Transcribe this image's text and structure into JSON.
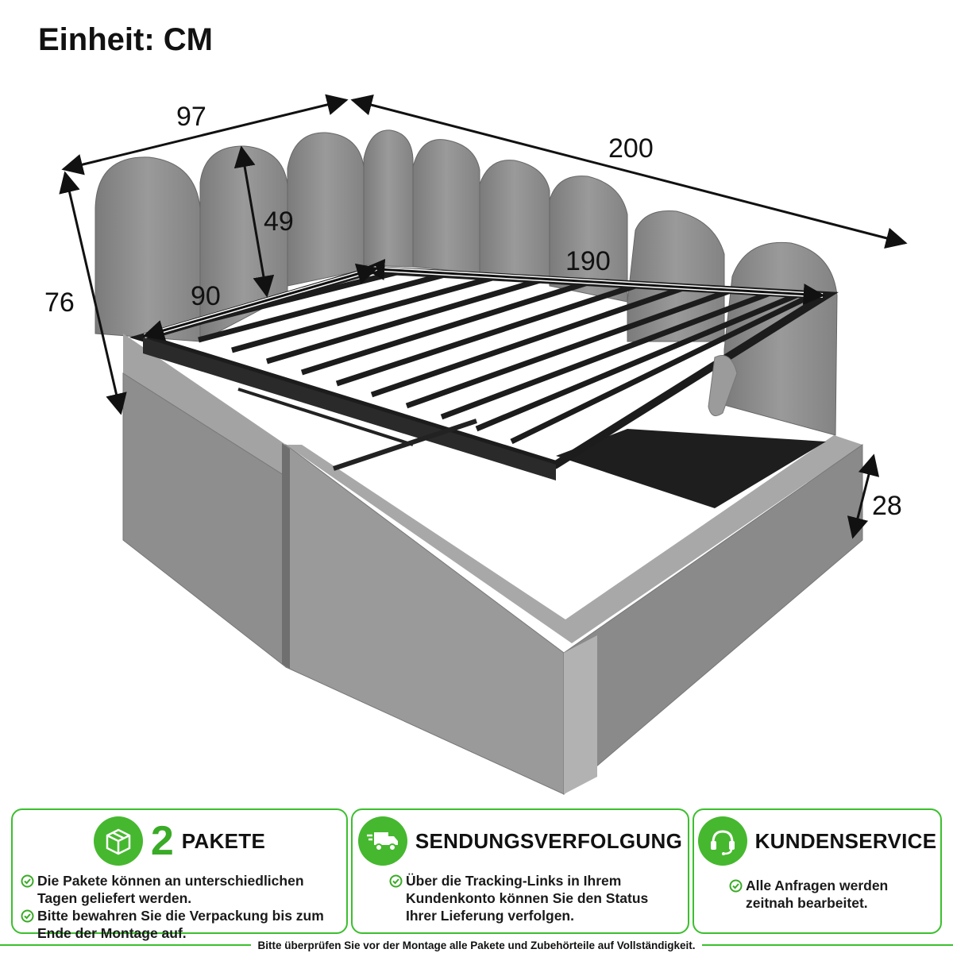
{
  "header": {
    "unit_label": "Einheit: CM"
  },
  "dimensions": {
    "depth": "97",
    "length": "200",
    "height": "76",
    "headboard_panel": "49",
    "slat_length": "190",
    "slat_width": "90",
    "frame_height": "28"
  },
  "colors": {
    "accent_green": "#3cbf2e",
    "upholstery": "#8a8a8a",
    "frame_metal": "#1c1c1c"
  },
  "panels": [
    {
      "icon": "package-box-icon",
      "number": "2",
      "title": "PAKETE",
      "lines": [
        "Die Pakete können an unterschiedlichen Tagen geliefert werden.",
        "Bitte bewahren Sie die Verpackung bis zum Ende der Montage auf."
      ]
    },
    {
      "icon": "delivery-truck-icon",
      "title": "SENDUNGSVERFOLGUNG",
      "lines": [
        "Über die Tracking-Links in Ihrem Kundenkonto können Sie den Status Ihrer Lieferung verfolgen."
      ]
    },
    {
      "icon": "headset-icon",
      "title": "KUNDENSERVICE",
      "lines": [
        "Alle Anfragen werden zeitnah bearbeitet."
      ]
    }
  ],
  "footer": {
    "note": "Bitte überprüfen Sie vor der Montage alle Pakete und Zubehörteile auf Vollständigkeit."
  }
}
